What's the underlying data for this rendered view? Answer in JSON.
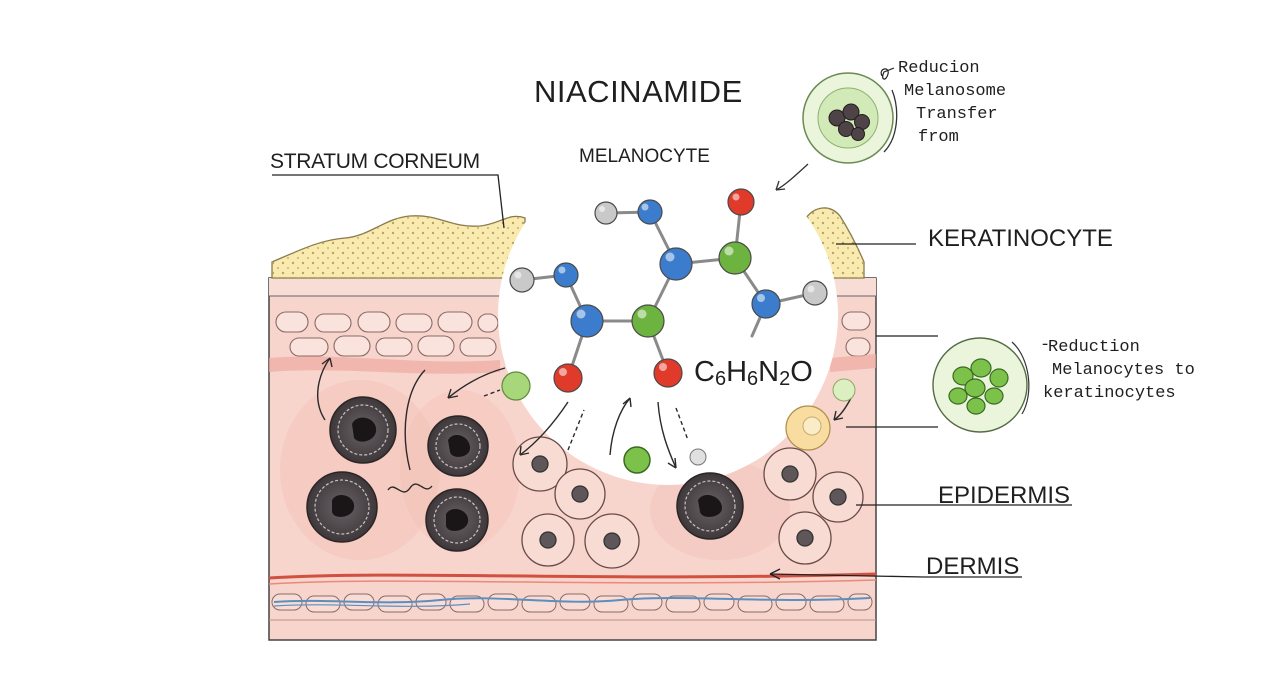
{
  "title": "NIACINAMIDE",
  "labels": {
    "stratum_corneum": "STRATUM CORNEUM",
    "melanocyte": "MELANOCYTE",
    "keratinocyte": "KERATINOCYTE",
    "epidermis": "EPIDERMIS",
    "dermis": "DERMIS"
  },
  "formula": {
    "c": "C",
    "c_count": "6",
    "h": "H",
    "h_count": "6",
    "n": "N",
    "n_count": "2",
    "o": "O"
  },
  "note_transfer": {
    "line1": "Reducion",
    "line2": "Melanosome",
    "line3": "Transfer",
    "line4": "from"
  },
  "note_reduction": {
    "line1": "Reduction",
    "line2": "Melanocytes to",
    "line3": "keratinocytes"
  },
  "colors": {
    "skin_pink": "#f7d4cc",
    "skin_band": "#f2c0b8",
    "stratum_yellow": "#f9eab0",
    "nitrogen_blue": "#3b7ccc",
    "carbon_green": "#6db33f",
    "oxygen_red": "#e03a2a",
    "hydrogen_grey": "#c9c9c9",
    "vessel_blue": "#5b8fc0"
  }
}
